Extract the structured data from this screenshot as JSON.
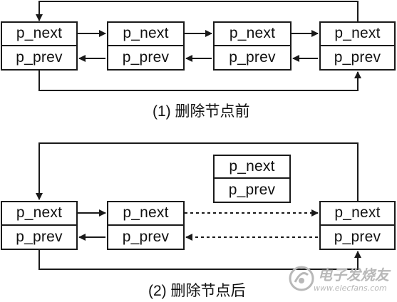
{
  "labels": {
    "next": "p_next",
    "prev": "p_prev"
  },
  "captions": {
    "before": "(1) 删除节点前",
    "after": "(2) 删除节点后"
  },
  "watermark": {
    "main": "电子发烧友",
    "sub": "www.elecfans.com"
  },
  "colors": {
    "line": "#1a1a1a",
    "text": "#111111",
    "watermark": "#b8b8b8"
  }
}
